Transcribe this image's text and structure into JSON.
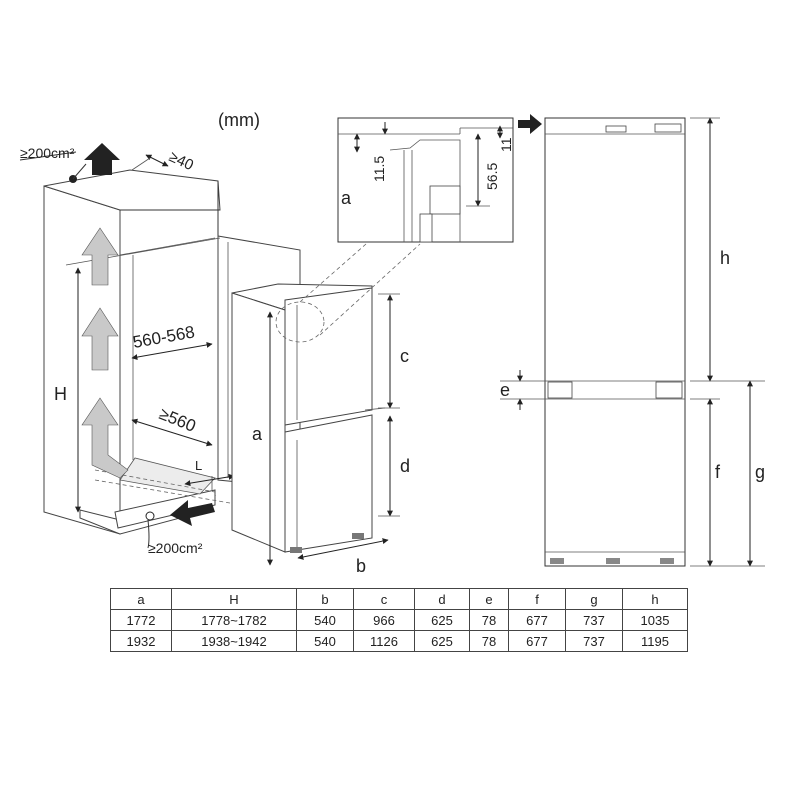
{
  "units": "(mm)",
  "vent_top_label": "≥200cm²",
  "vent_bottom_label": "≥200cm²",
  "gap_label": "≥40",
  "width_label": "560-568",
  "depth_label": "≥560",
  "letters": {
    "H": "H",
    "a": "a",
    "b": "b",
    "c": "c",
    "d": "d",
    "e": "e",
    "f": "f",
    "g": "g",
    "h": "h",
    "L": "L"
  },
  "detail": {
    "dim1": "11.5",
    "dim2": "56.5",
    "dim3": "11",
    "letter": "a"
  },
  "table": {
    "headers": [
      "a",
      "H",
      "b",
      "c",
      "d",
      "e",
      "f",
      "g",
      "h"
    ],
    "rows": [
      [
        "1772",
        "1778~1782",
        "540",
        "966",
        "625",
        "78",
        "677",
        "737",
        "1035"
      ],
      [
        "1932",
        "1938~1942",
        "540",
        "1126",
        "625",
        "78",
        "677",
        "737",
        "1195"
      ]
    ]
  },
  "icons": [
    "vent-up-arrow-icon",
    "airflow-arrow-icon",
    "vent-in-arrow-icon",
    "door-arrow-icon"
  ]
}
